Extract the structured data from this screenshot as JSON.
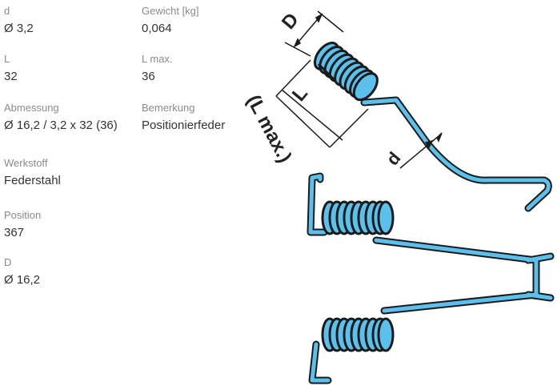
{
  "specs": [
    {
      "label": "d",
      "value": "Ø 3,2"
    },
    {
      "label": "Gewicht [kg]",
      "value": "0,064"
    },
    {
      "label": "L",
      "value": "32"
    },
    {
      "label": "L max.",
      "value": "36"
    },
    {
      "label": "Abmessung",
      "value": "Ø 16,2 / 3,2 x 32 (36)"
    },
    {
      "label": "Bemerkung",
      "value": "Positionierfeder"
    },
    {
      "label": "Werkstoff",
      "value": "Federstahl"
    },
    {
      "label": "Position",
      "value": "367"
    },
    {
      "label": "D",
      "value": "Ø 16,2"
    }
  ],
  "drawing": {
    "dim_D": "D",
    "dim_L": "L",
    "dim_Lmax": "(L max.)",
    "dim_d": "d",
    "spring_color": "#5bc0eb",
    "outline_color": "#1a1a1a"
  }
}
